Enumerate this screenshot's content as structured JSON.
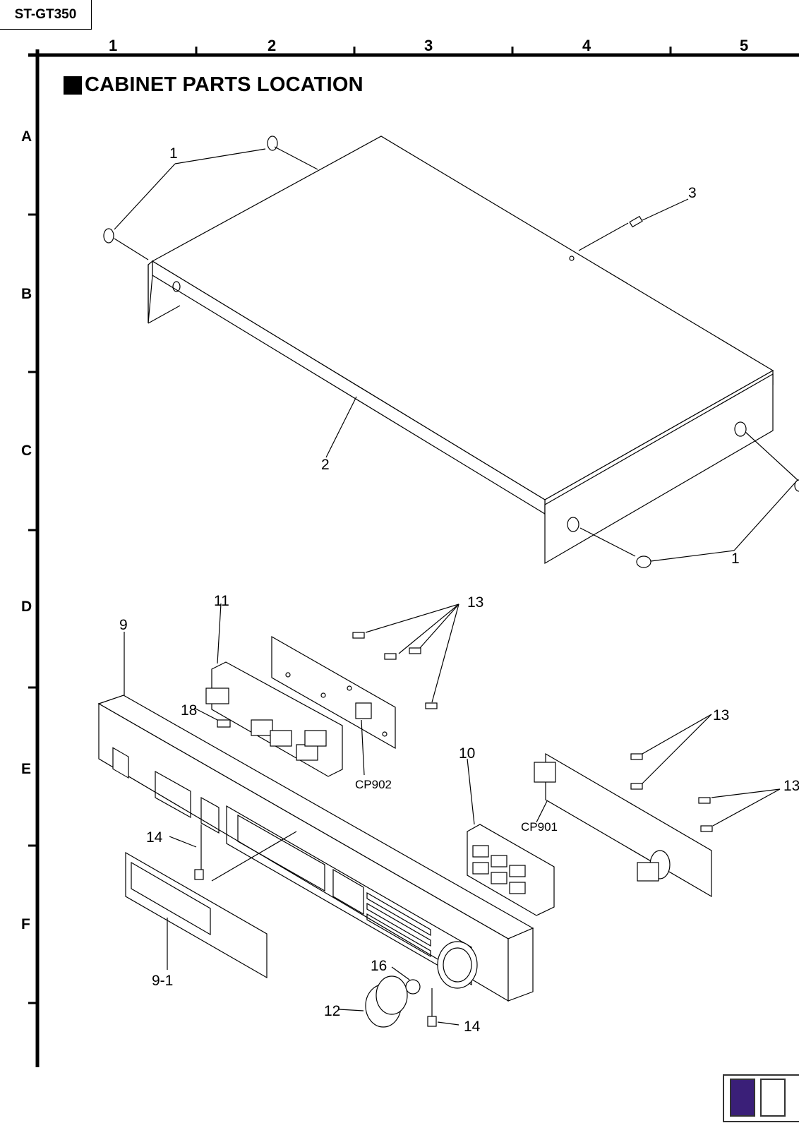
{
  "header": {
    "model": "ST-GT350"
  },
  "grid": {
    "columns": [
      "1",
      "2",
      "3",
      "4",
      "5"
    ],
    "rows": [
      "A",
      "B",
      "C",
      "D",
      "E",
      "F"
    ]
  },
  "title": "CABINET PARTS LOCATION",
  "callouts": {
    "c1a": "1",
    "c1b": "1",
    "c2": "2",
    "c3": "3",
    "c9": "9",
    "c9_1": "9-1",
    "c10": "10",
    "c11": "11",
    "c12": "12",
    "c13a": "13",
    "c13b": "13",
    "c13c": "13",
    "c14a": "14",
    "c14b": "14",
    "c16": "16",
    "c18": "18"
  },
  "connectors": {
    "cp901": "CP901",
    "cp902": "CP902"
  },
  "colors": {
    "swatch_fill": "#3a1f78",
    "frame": "#000000"
  }
}
